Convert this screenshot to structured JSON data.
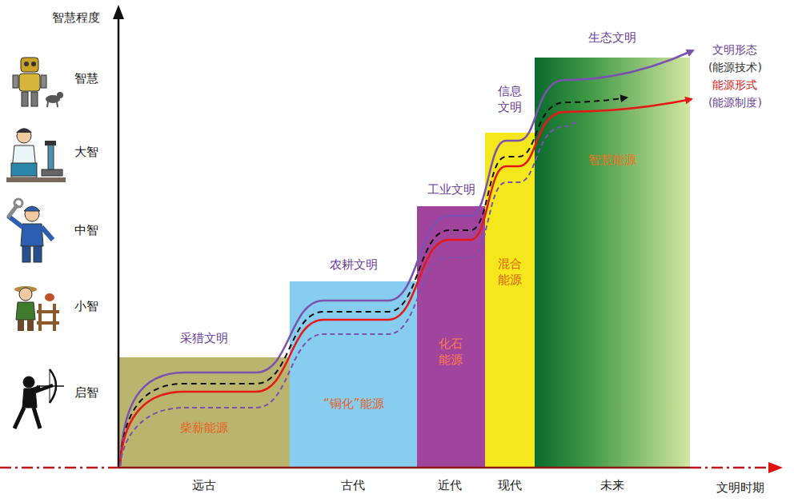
{
  "diagram": {
    "nodes": [
      {
        "text": [
          "采猎文明",
          "柴薪能源"
        ]
      },
      {
        "text": [
          "农耕文明",
          "“铜化”能源"
        ]
      },
      {
        "text": [
          "工业文明",
          "化石 能源"
        ]
      },
      {
        "text": [
          "信息 文明",
          "混合 能源"
        ]
      },
      {
        "text": [
          "生态文明",
          "智慧能源"
        ]
      }
    ],
    "labels": [
      "智慧程度",
      "智慧",
      "大智",
      "中智",
      "小智",
      "启智",
      "文明形态",
      "(能源技术)",
      "能源形式",
      "(能源制度)",
      "远古",
      "古代",
      "近代",
      "现代",
      "未来",
      "文明时期"
    ]
  }
}
